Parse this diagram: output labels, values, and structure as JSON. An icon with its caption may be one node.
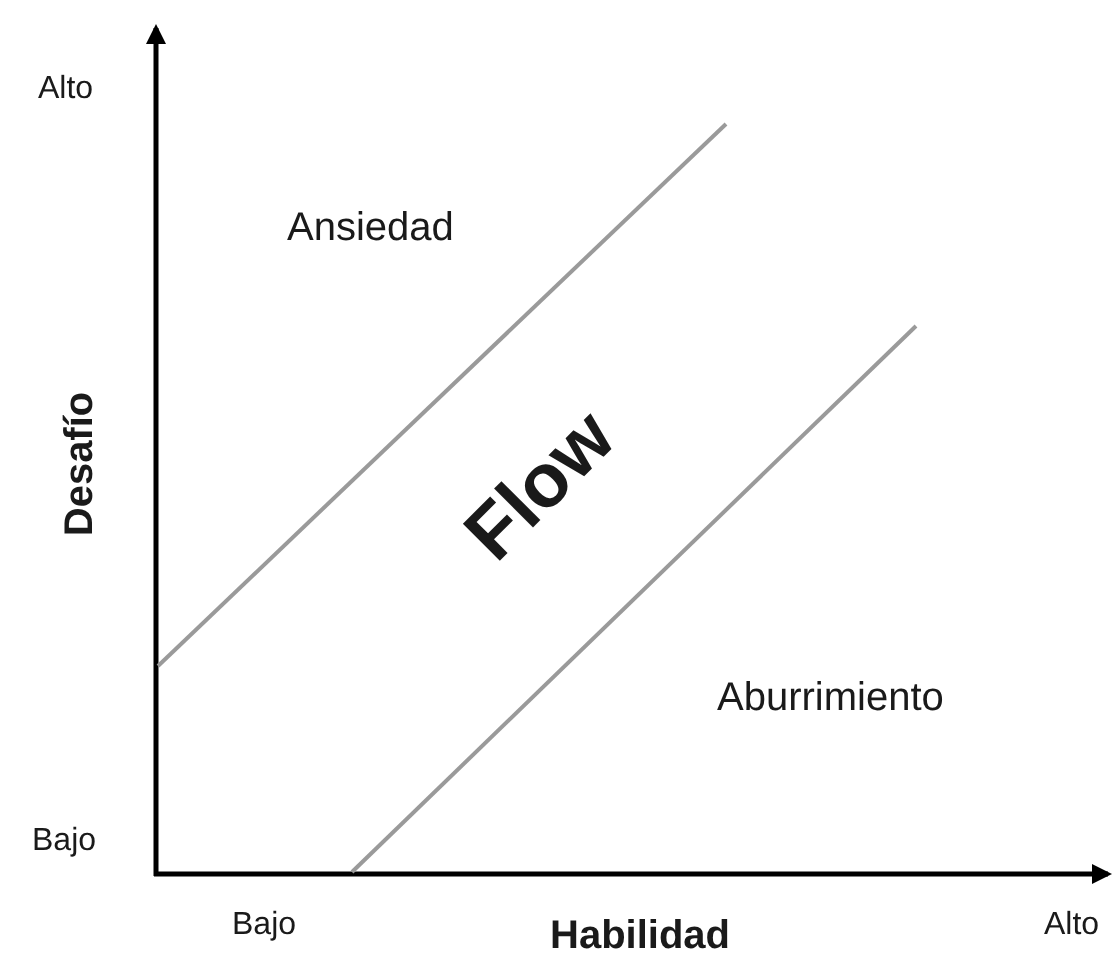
{
  "diagram": {
    "labels": [
      "Alto",
      "Ansiedad",
      "Desafío",
      "Flow",
      "Aburrimiento",
      "Bajo",
      "Bajo",
      "Habilidad",
      "Alto"
    ]
  }
}
